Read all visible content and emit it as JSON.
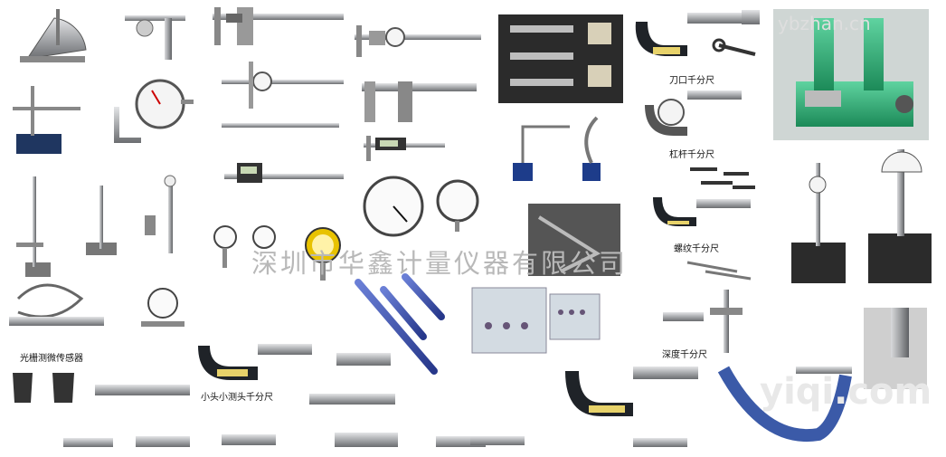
{
  "image": {
    "watermark": "深圳市华鑫计量仪器有限公司",
    "corner_watermark": "ybzhan.cn",
    "corner_watermark_bottom": "yiqi.com",
    "labels": {
      "knife_micrometer": "刀口千分尺",
      "lever_micrometer": "杠杆千分尺",
      "thread_micrometer": "螺纹千分尺",
      "grating_sensor": "光栅测微传感器",
      "small_head_micrometer": "小头小测头千分尺",
      "depth_micrometer": "深度千分尺"
    },
    "colors": {
      "background": "#ffffff",
      "watermark": "#b8b8b8",
      "steel": "#a7a9ac",
      "dark_frame": "#1f2328",
      "green_fixture": "#2fae75",
      "granite": "#2b2b2b",
      "yellow_dial": "#e8c200",
      "blue_rods": "#3a4fa8",
      "micrometer_frame_label": "#e7d26a"
    },
    "tool_icons": [
      "protractor-icon",
      "combination-square-icon",
      "vernier-caliper-icon",
      "dial-caliper-icon",
      "micrometer-icon",
      "height-gauge-icon",
      "dial-indicator-icon",
      "magnetic-stand-icon",
      "gauge-block-icon",
      "granite-stand-icon",
      "bore-gauge-icon",
      "wrench-icon"
    ]
  }
}
